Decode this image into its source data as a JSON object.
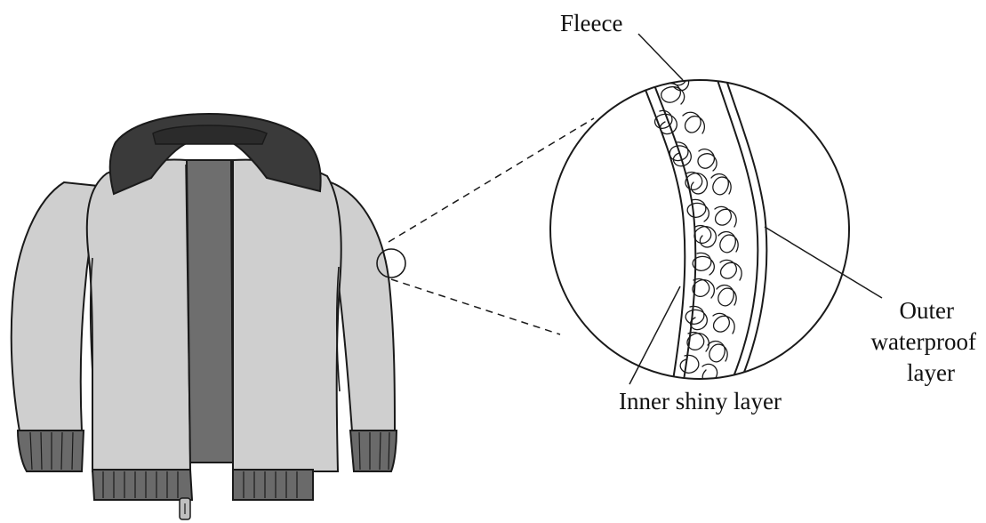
{
  "labels": {
    "fleece": "Fleece",
    "outer_line1": "Outer",
    "outer_line2": "waterproof",
    "outer_line3": "layer",
    "inner": "Inner shiny layer"
  },
  "colors": {
    "jacket_body": "#cfcfcf",
    "collar": "#3a3a3a",
    "inner_lining": "#6e6e6e",
    "cuffs_waistband": "#6a6a6a",
    "outline": "#1a1a1a",
    "background": "#ffffff"
  }
}
